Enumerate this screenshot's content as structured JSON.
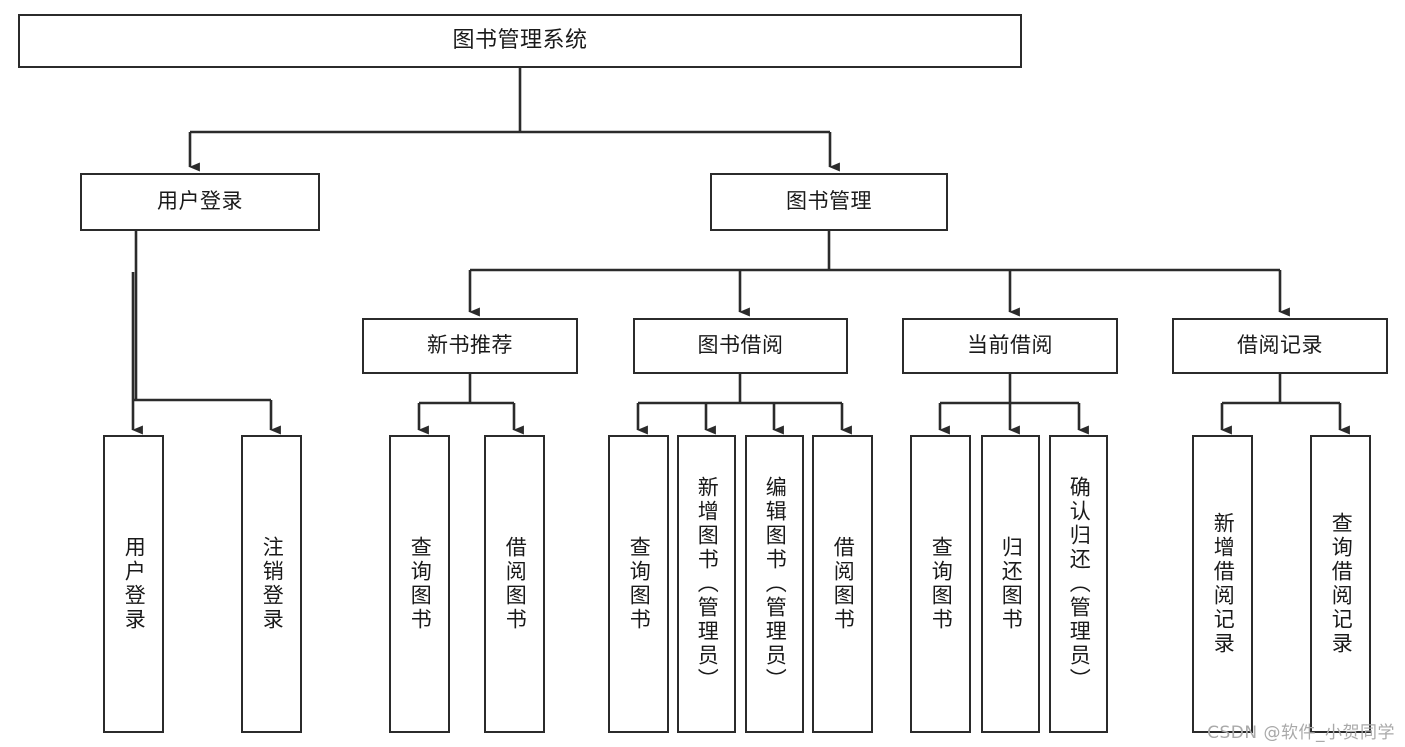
{
  "diagram": {
    "type": "tree",
    "title": "图书管理系统",
    "root": {
      "id": "root",
      "label": "图书管理系统"
    },
    "level2": [
      {
        "id": "user-login",
        "label": "用户登录"
      },
      {
        "id": "book-manage",
        "label": "图书管理"
      }
    ],
    "level3": [
      {
        "id": "new-book-rec",
        "label": "新书推荐",
        "parent": "book-manage"
      },
      {
        "id": "book-borrow",
        "label": "图书借阅",
        "parent": "book-manage"
      },
      {
        "id": "current-borrow",
        "label": "当前借阅",
        "parent": "book-manage"
      },
      {
        "id": "borrow-record",
        "label": "借阅记录",
        "parent": "book-manage"
      }
    ],
    "leaves": [
      {
        "id": "leaf-user-login",
        "label": "用户登录",
        "parent": "user-login"
      },
      {
        "id": "leaf-logout",
        "label": "注销登录",
        "parent": "user-login"
      },
      {
        "id": "leaf-query-book-1",
        "label": "查询图书",
        "parent": "new-book-rec"
      },
      {
        "id": "leaf-borrow-book-1",
        "label": "借阅图书",
        "parent": "new-book-rec"
      },
      {
        "id": "leaf-query-book-2",
        "label": "查询图书",
        "parent": "book-borrow"
      },
      {
        "id": "leaf-add-book",
        "label": "新增图书（管理员）",
        "parent": "book-borrow"
      },
      {
        "id": "leaf-edit-book",
        "label": "编辑图书（管理员）",
        "parent": "book-borrow"
      },
      {
        "id": "leaf-borrow-book-2",
        "label": "借阅图书",
        "parent": "book-borrow"
      },
      {
        "id": "leaf-query-book-3",
        "label": "查询图书",
        "parent": "current-borrow"
      },
      {
        "id": "leaf-return-book",
        "label": "归还图书",
        "parent": "current-borrow"
      },
      {
        "id": "leaf-confirm-return",
        "label": "确认归还（管理员）",
        "parent": "current-borrow"
      },
      {
        "id": "leaf-add-record",
        "label": "新增借阅记录",
        "parent": "borrow-record"
      },
      {
        "id": "leaf-query-record",
        "label": "查询借阅记录",
        "parent": "borrow-record"
      }
    ],
    "colors": {
      "stroke": "#2b2b2b",
      "fill": "#ffffff",
      "text": "#1a1a1a",
      "watermark": "#a9a9a9"
    }
  },
  "watermark": {
    "text": "CSDN @软件_小贺同学"
  }
}
